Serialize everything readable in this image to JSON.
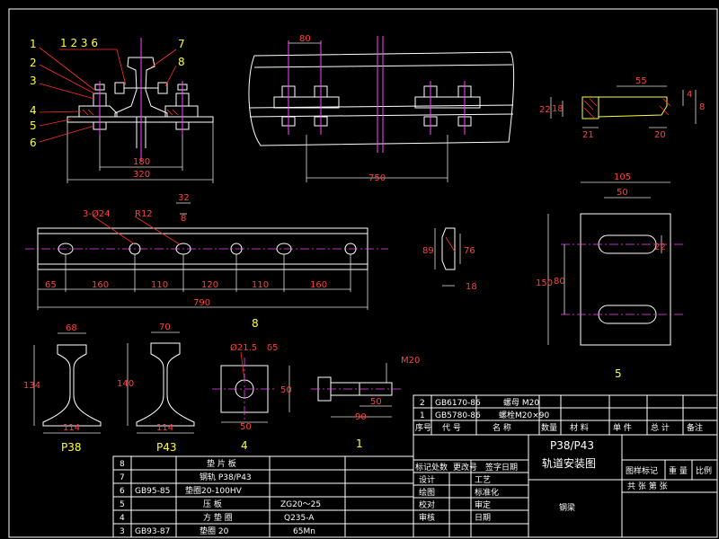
{
  "callouts_left": [
    "1",
    "2",
    "3",
    "4",
    "5",
    "6"
  ],
  "callout_group": "1 2 3 6",
  "callouts_right": [
    "7",
    "8"
  ],
  "dims": {
    "d180": "180",
    "d320": "320",
    "d80": "80",
    "d750": "750",
    "d55": "55",
    "d22": "22",
    "d18": "18",
    "d21": "21",
    "d20": "20",
    "d4": "4",
    "d8": "8",
    "holes": "3-Ø24",
    "r12": "R12",
    "d32": "32",
    "d8b": "8",
    "d65": "65",
    "d160a": "160",
    "d110a": "110",
    "d120": "120",
    "d110b": "110",
    "d160b": "160",
    "d790": "790",
    "d89": "89",
    "d76": "76",
    "d18b": "18",
    "d105": "105",
    "d50": "50",
    "d150": "150",
    "d80b": "80",
    "d22b": "22",
    "p38_top": "68",
    "p38_h": "134",
    "p38_base": "114",
    "p43_top": "70",
    "p43_h": "140",
    "p43_base": "114",
    "hole215": "Ø21.5",
    "t5": "δ5",
    "sq50a": "50",
    "sq50b": "50",
    "m20": "M20",
    "b50": "50",
    "b90": "90"
  },
  "view_labels": {
    "base_plate": "8",
    "clip_plate": "5",
    "p38": "P38",
    "p43": "P43",
    "square_washer": "4",
    "bolt": "1"
  },
  "parts_list_left": [
    {
      "no": "8",
      "code": "",
      "name": "垫 片 板",
      "spec": ""
    },
    {
      "no": "7",
      "code": "",
      "name": "钢轨 P38/P43",
      "spec": ""
    },
    {
      "no": "6",
      "code": "GB95-85",
      "name": "垫圈20-100HV",
      "spec": ""
    },
    {
      "no": "5",
      "code": "",
      "name": "压    板",
      "spec": "ZG20～25"
    },
    {
      "no": "4",
      "code": "",
      "name": "方 垫 圈",
      "spec": "Q235-A"
    },
    {
      "no": "3",
      "code": "GB93-87",
      "name": "垫圈  20",
      "spec": "65Mn"
    }
  ],
  "parts_list_right": [
    {
      "no": "2",
      "code": "GB6170-86",
      "name": "螺母 M20"
    },
    {
      "no": "1",
      "code": "GB5780-86",
      "name": "螺栓M20×90"
    }
  ],
  "parts_header": [
    "序号",
    "代  号",
    "名   称",
    "数量",
    "材  料",
    "单 件",
    "总 计",
    "备注"
  ],
  "title_block": {
    "drawing_no": "P38/P43",
    "title": "轨道安装图",
    "material_note": "钢梁",
    "row1": [
      "标记处数",
      "更改号",
      "签字日期"
    ],
    "labels": [
      "设计",
      "绘图",
      "校对",
      "审核"
    ],
    "labels2": [
      "工艺",
      "标准化",
      "审定",
      "日期"
    ],
    "stage": "图样标记",
    "weight": "重 量",
    "scale": "比例",
    "sheets": "共    张    第    张"
  }
}
